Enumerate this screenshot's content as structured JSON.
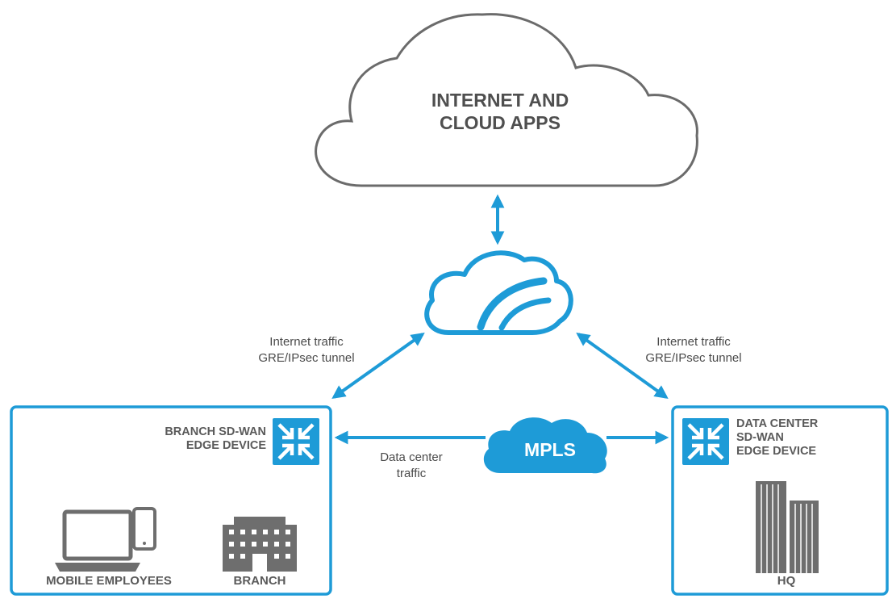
{
  "internet_cloud": {
    "line1": "INTERNET AND",
    "line2": "CLOUD APPS"
  },
  "left_tunnel": {
    "line1": "Internet traffic",
    "line2": "GRE/IPsec tunnel"
  },
  "right_tunnel": {
    "line1": "Internet traffic",
    "line2": "GRE/IPsec tunnel"
  },
  "branch_box": {
    "device_line1": "BRANCH SD-WAN",
    "device_line2": "EDGE DEVICE",
    "mobile_caption": "MOBILE EMPLOYEES",
    "branch_caption": "BRANCH"
  },
  "datacenter_box": {
    "device_line1": "DATA CENTER",
    "device_line2": "SD-WAN",
    "device_line3": "EDGE DEVICE",
    "hq_caption": "HQ"
  },
  "mpls": {
    "label": "MPLS",
    "traffic_line1": "Data center",
    "traffic_line2": "traffic"
  },
  "colors": {
    "accent": "#1e9bd7",
    "outline": "#6b6b6b",
    "icon_gray": "#6e6e6e",
    "text": "#595959"
  }
}
